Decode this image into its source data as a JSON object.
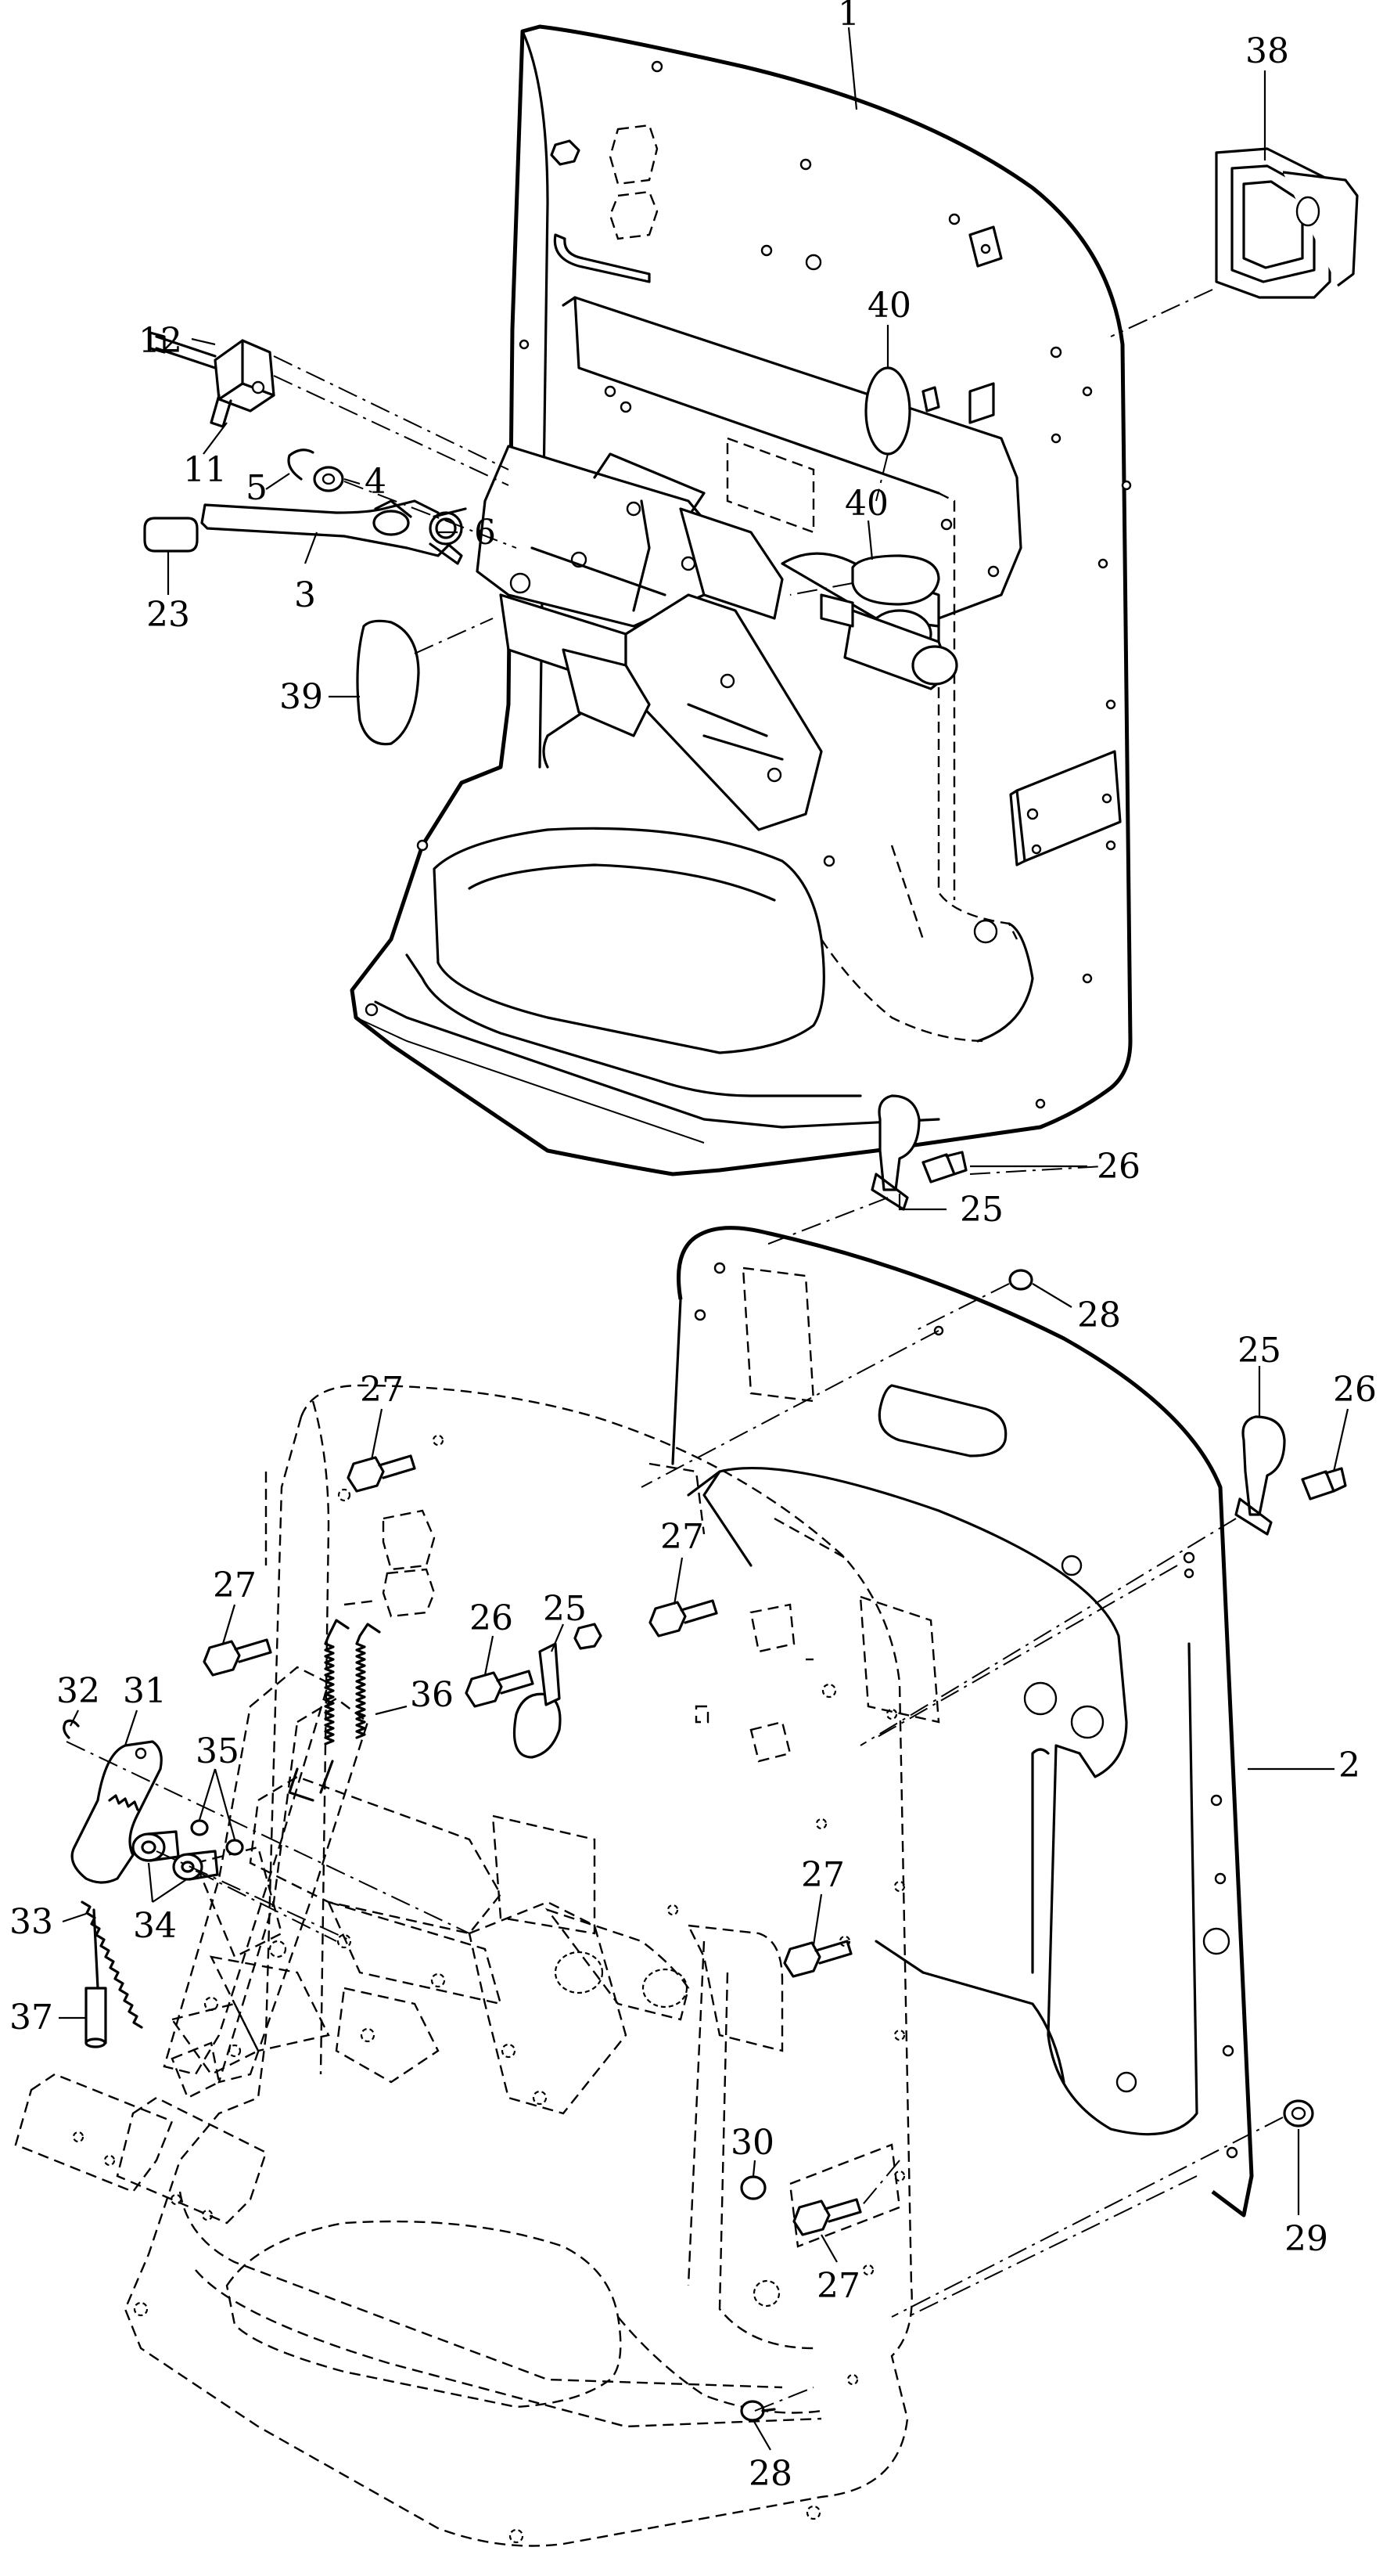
{
  "callouts": [
    {
      "id": "1",
      "label": "1"
    },
    {
      "id": "2",
      "label": "2"
    },
    {
      "id": "3",
      "label": "3"
    },
    {
      "id": "4",
      "label": "4"
    },
    {
      "id": "5",
      "label": "5"
    },
    {
      "id": "6",
      "label": "6"
    },
    {
      "id": "11",
      "label": "11"
    },
    {
      "id": "12",
      "label": "12"
    },
    {
      "id": "23",
      "label": "23"
    },
    {
      "id": "25a",
      "label": "25"
    },
    {
      "id": "25b",
      "label": "25"
    },
    {
      "id": "25c",
      "label": "25"
    },
    {
      "id": "26a",
      "label": "26"
    },
    {
      "id": "26b",
      "label": "26"
    },
    {
      "id": "26c",
      "label": "26"
    },
    {
      "id": "27a",
      "label": "27"
    },
    {
      "id": "27b",
      "label": "27"
    },
    {
      "id": "27c",
      "label": "27"
    },
    {
      "id": "27d",
      "label": "27"
    },
    {
      "id": "27e",
      "label": "27"
    },
    {
      "id": "28a",
      "label": "28"
    },
    {
      "id": "28b",
      "label": "28"
    },
    {
      "id": "29",
      "label": "29"
    },
    {
      "id": "30",
      "label": "30"
    },
    {
      "id": "31",
      "label": "31"
    },
    {
      "id": "32",
      "label": "32"
    },
    {
      "id": "33",
      "label": "33"
    },
    {
      "id": "34",
      "label": "34"
    },
    {
      "id": "35",
      "label": "35"
    },
    {
      "id": "36",
      "label": "36"
    },
    {
      "id": "37",
      "label": "37"
    },
    {
      "id": "38",
      "label": "38"
    },
    {
      "id": "39",
      "label": "39"
    },
    {
      "id": "40a",
      "label": "40"
    },
    {
      "id": "40b",
      "label": "40"
    }
  ]
}
